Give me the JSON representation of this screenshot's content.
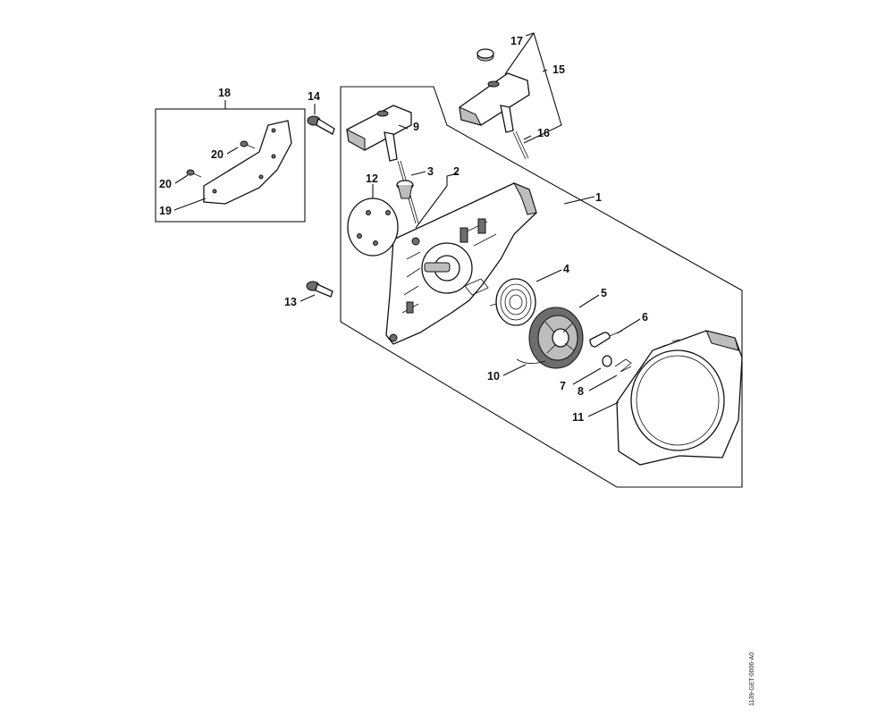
{
  "diagram": {
    "reference_code": "1139-GET-0006-A0",
    "part_numbers": {
      "p1": "1",
      "p2": "2",
      "p3": "3",
      "p4": "4",
      "p5": "5",
      "p6": "6",
      "p7": "7",
      "p8": "8",
      "p9": "9",
      "p10": "10",
      "p11": "11",
      "p12": "12",
      "p13": "13",
      "p14": "14",
      "p15": "15",
      "p16": "16",
      "p17": "17",
      "p18": "18",
      "p19": "19",
      "p20a": "20",
      "p20b": "20"
    }
  }
}
